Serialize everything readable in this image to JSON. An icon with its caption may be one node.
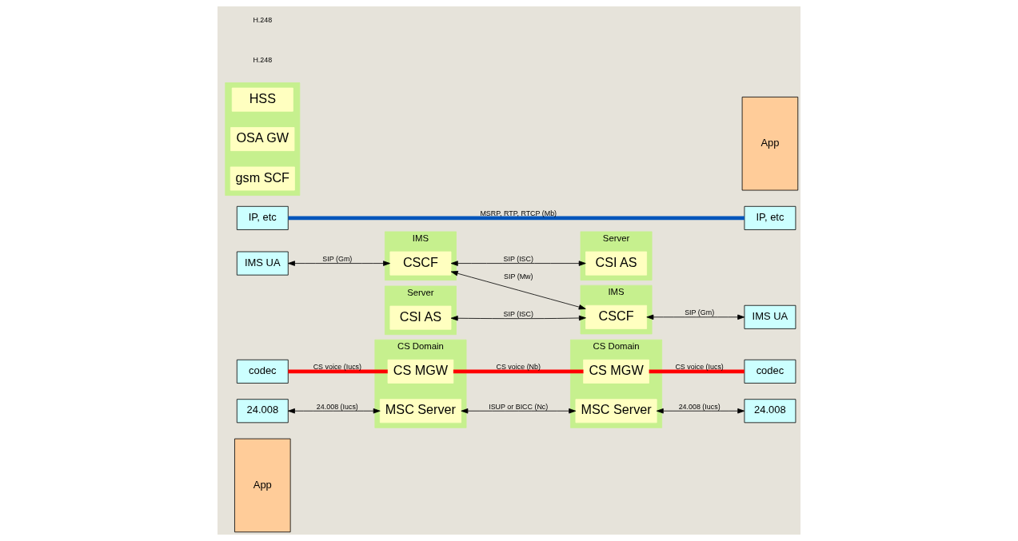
{
  "diagram": {
    "nodes": [
      {
        "text": [
          "App"
        ]
      },
      {
        "text": [
          "codec"
        ]
      },
      {
        "text": [
          "24.008"
        ]
      },
      {
        "text": [
          "IMS UA"
        ]
      },
      {
        "text": [
          "IP, etc"
        ]
      },
      {
        "text": [
          "CS Domain"
        ]
      },
      {
        "text": [
          "CS MGW"
        ],
        "in": 5
      },
      {
        "text": [
          "MSC Server"
        ],
        "in": 5
      },
      {
        "text": [
          "CS Domain"
        ]
      },
      {
        "text": [
          "CS MGW"
        ],
        "in": 8
      },
      {
        "text": [
          "MSC Server"
        ],
        "in": 8
      },
      {
        "text": [],
        "shape": "band"
      },
      {
        "text": [
          "HSS"
        ],
        "in": 11
      },
      {
        "text": [
          "OSA GW"
        ],
        "in": 11
      },
      {
        "text": [
          "gsm SCF"
        ],
        "in": 11
      },
      {
        "text": [
          "IMS"
        ]
      },
      {
        "text": [
          "CSCF"
        ],
        "in": 15
      },
      {
        "text": [
          "Server"
        ]
      },
      {
        "text": [
          "CSI AS"
        ],
        "in": 17
      },
      {
        "text": [
          "Server"
        ]
      },
      {
        "text": [
          "CSI AS"
        ],
        "in": 19
      },
      {
        "text": [
          "IMS"
        ]
      },
      {
        "text": [
          "CSCF"
        ],
        "in": 21
      },
      {
        "text": [
          "App"
        ]
      },
      {
        "text": [
          "codec"
        ]
      },
      {
        "text": [
          "24.008"
        ]
      },
      {
        "text": [
          "IMS UA"
        ]
      },
      {
        "text": [
          "IP, etc"
        ]
      }
    ],
    "edges": [
      {
        "from": 1,
        "to": 6,
        "arrow": "none",
        "label": "CS voice (Iucs)",
        "style": "thick",
        "color": "#ff0000"
      },
      {
        "from": 6,
        "to": 9,
        "arrow": "none",
        "label": "CS voice (Nb)",
        "style": "thick",
        "color": "#ff0000"
      },
      {
        "from": 9,
        "to": 24,
        "arrow": "none",
        "label": "CS voice (Iucs)",
        "style": "thick",
        "color": "#ff0000"
      },
      {
        "from": 2,
        "to": 7,
        "arrow": "both",
        "label": "24.008 (Iucs)"
      },
      {
        "from": 7,
        "to": 10,
        "arrow": "both",
        "label": "ISUP or BICC (Nc)"
      },
      {
        "from": 10,
        "to": 25,
        "arrow": "both",
        "label": "24.008 (Iucs)"
      },
      {
        "from": 16,
        "to": 22,
        "arrow": "both",
        "label": "SIP (Mw)"
      },
      {
        "from": 3,
        "to": 16,
        "arrow": "both",
        "label": "SIP (Gm)"
      },
      {
        "from": 16,
        "to": 18,
        "arrow": "both",
        "label": "SIP (ISC)"
      },
      {
        "from": 20,
        "to": 22,
        "arrow": "both",
        "label": "SIP (ISC)"
      },
      {
        "from": 22,
        "to": 26,
        "arrow": "both",
        "label": "SIP (Gm)"
      },
      {
        "from": 4,
        "to": 27,
        "arrow": "none",
        "label": "MSRP, RTP, RTCP (Mb)",
        "style": "thick",
        "color": "#0055bb"
      }
    ],
    "labels": [
      "H.248",
      "H.248"
    ]
  }
}
